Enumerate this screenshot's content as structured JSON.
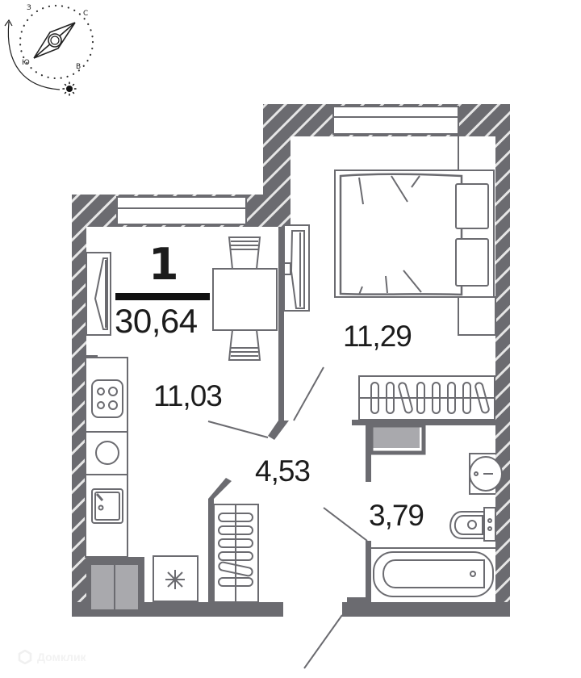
{
  "plan": {
    "rooms_count": "1",
    "total_area": "30,64",
    "rooms": [
      {
        "name": "kitchen-living",
        "area": "11,03"
      },
      {
        "name": "bedroom",
        "area": "11,29"
      },
      {
        "name": "hallway",
        "area": "4,53"
      },
      {
        "name": "bathroom",
        "area": "3,79"
      }
    ]
  },
  "compass": {
    "north": "С",
    "south": "Ю",
    "west": "З",
    "east": "В",
    "icon": "sun-icon"
  },
  "watermark": {
    "text": "Домклик",
    "icon": "domclick-logo-icon"
  },
  "colors": {
    "wall": "#6b6b70",
    "wall_hatch": "#e6e6e6",
    "fixture_fill": "#a9a9ad",
    "text": "#1c1c1c"
  }
}
